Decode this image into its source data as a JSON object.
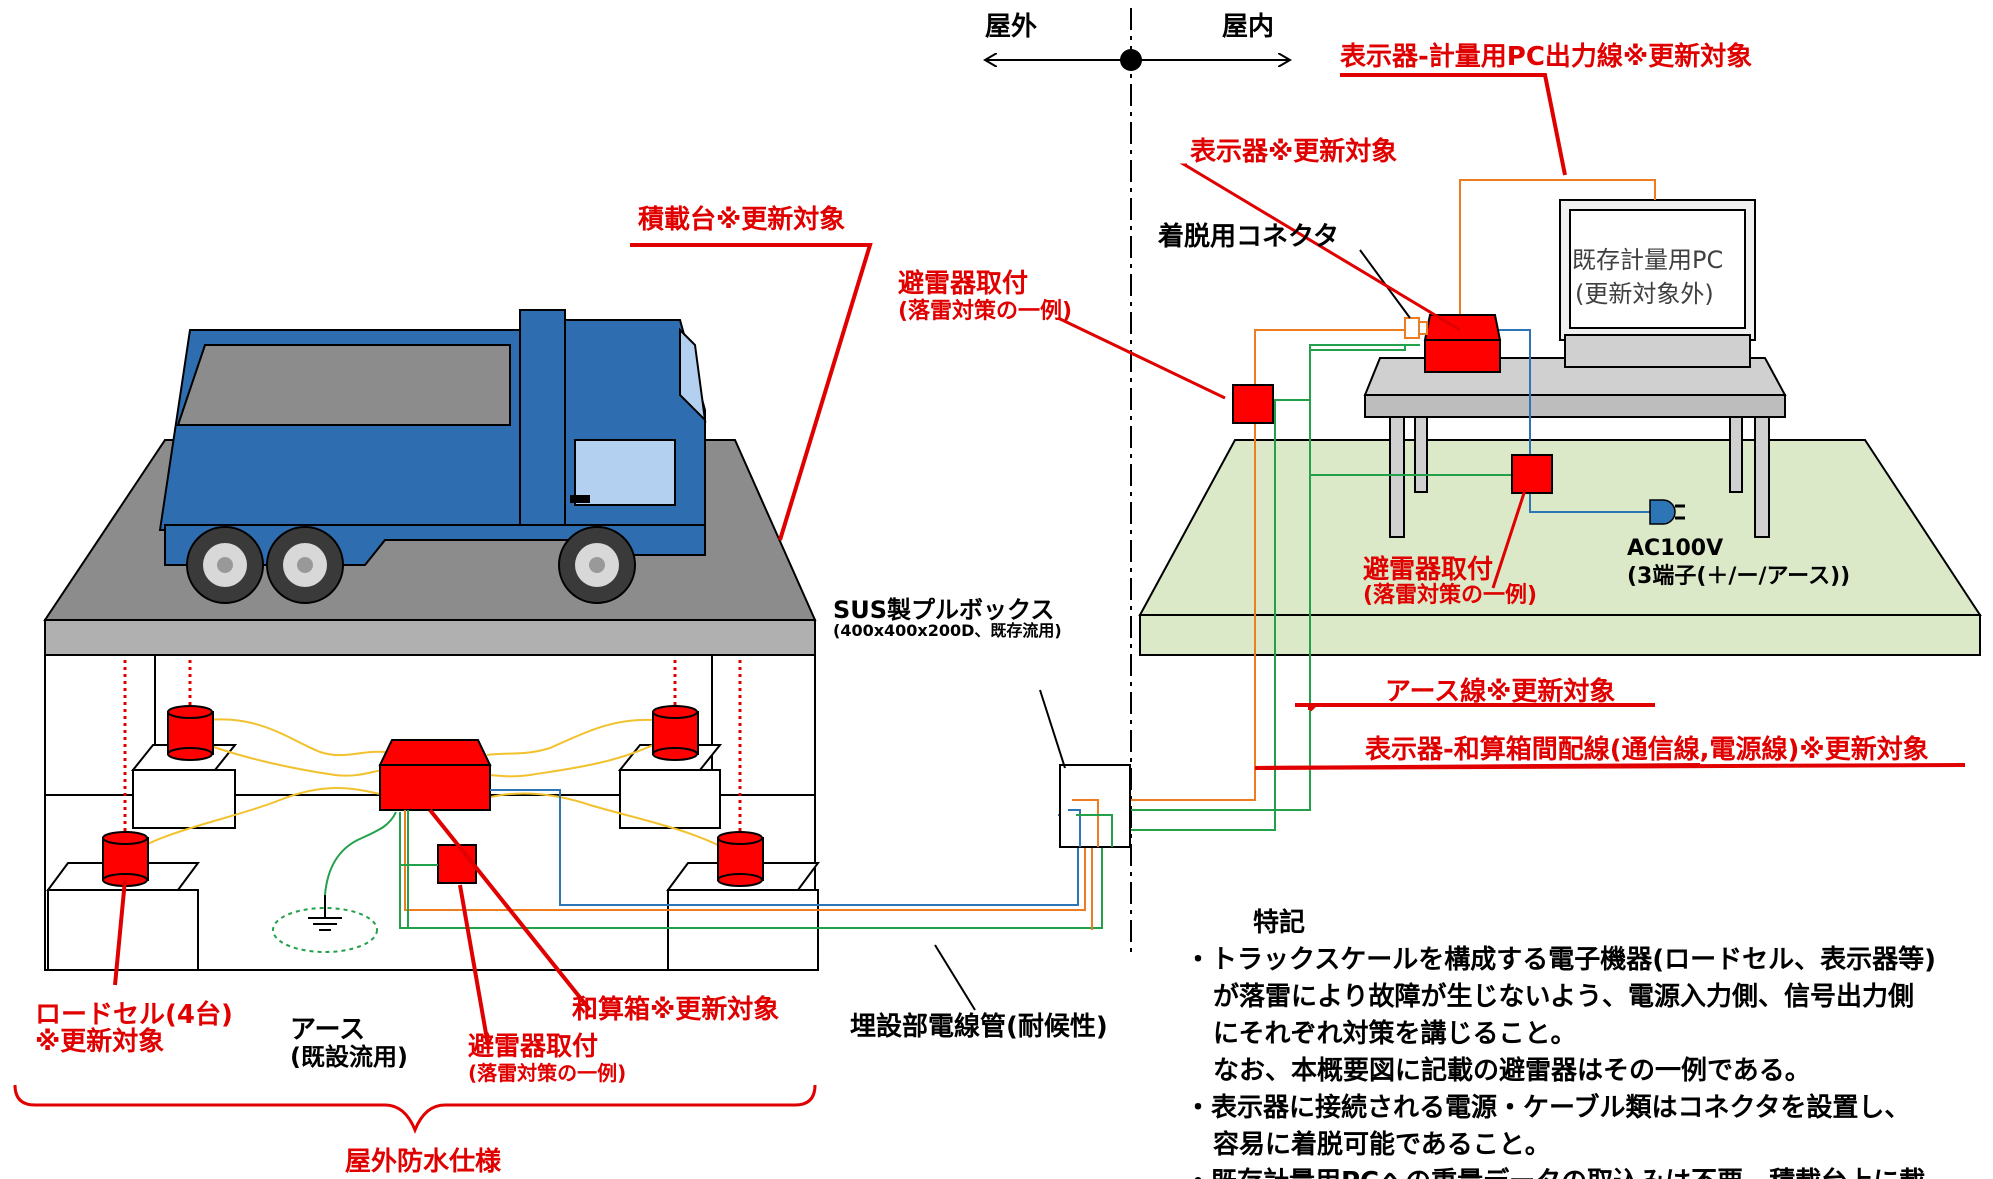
{
  "zones": {
    "outdoor": "屋外",
    "indoor": "屋内"
  },
  "labels": {
    "display_pc_line": "表示器-計量用PC出力線※更新対象",
    "display": "表示器※更新対象",
    "connector": "着脱用コネクタ",
    "platform": "積載台※更新対象",
    "arrester_top_1": "避雷器取付",
    "arrester_top_2": "(落雷対策の一例)",
    "pc_1": "既存計量用PC",
    "pc_2": "(更新対象外)",
    "ac_1": "AC100V",
    "ac_2": "(3端子(＋/ー/アース))",
    "arrester_right_1": "避雷器取付",
    "arrester_right_2": "(落雷対策の一例)",
    "pullbox_1": "SUS製プルボックス",
    "pullbox_2": "(400x400x200D、既存流用)",
    "earth_line": "アース線※更新対象",
    "display_sum_line": "表示器-和算箱間配線(通信線,電源線)※更新対象",
    "loadcell_1": "ロードセル(4台)",
    "loadcell_2": "※更新対象",
    "earth_1": "アース",
    "earth_2": "(既設流用)",
    "arrester_bottom_1": "避雷器取付",
    "arrester_bottom_2": "(落雷対策の一例)",
    "summing_box": "和算箱※更新対象",
    "conduit": "埋設部電線管(耐候性)",
    "outdoor_spec": "屋外防水仕様"
  },
  "notes": {
    "heading": "特記",
    "items": [
      {
        "lines": [
          "・トラックスケールを構成する電子機器(ロードセル、表示器等)",
          "が落雷により故障が生じないよう、電源入力側、信号出力側",
          "にそれぞれ対策を講じること。",
          "なお、本概要図に記載の避雷器はその一例である。"
        ]
      },
      {
        "lines": [
          "・表示器に接続される電源・ケーブル類はコネクタを設置し、",
          "容易に着脱可能であること。"
        ]
      },
      {
        "lines": [
          "・既存計量用PCへの重量データの取込みは不要。積載台上に載"
        ]
      }
    ]
  },
  "colors": {
    "label_red": "#e00000",
    "device_red": "#ff0000",
    "truck_blue": "#2e6eb0",
    "floor_green": "#dbe9c9",
    "wire_orange": "#ee7d22",
    "wire_green": "#22a04a",
    "wire_blue": "#2e75b6",
    "wire_yellow": "#f2c12e"
  }
}
